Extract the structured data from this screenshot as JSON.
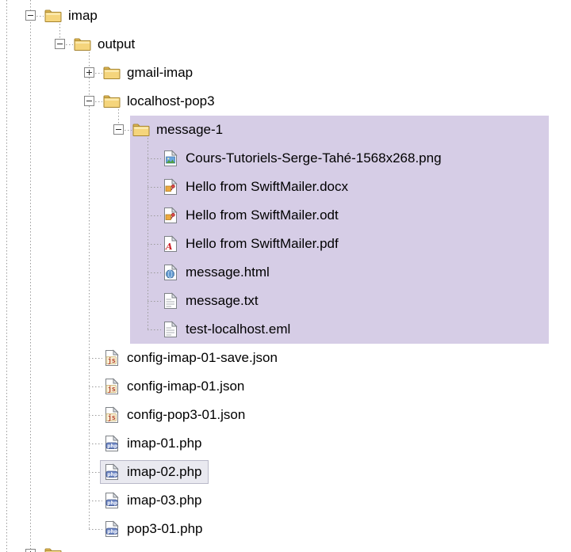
{
  "colors": {
    "selection_bg": "#d6cde6",
    "focus_bg": "#e9e9f0",
    "focus_border": "#b9b9c9",
    "guide_line": "#9b9b9b",
    "toggle_border": "#848484",
    "text": "#000000",
    "folder_fill": "#f5d57c",
    "folder_outline": "#a5842f",
    "json_accent": "#b5452c",
    "php_accent": "#3a5fa8",
    "pdf_accent": "#cc2229"
  },
  "tree": {
    "rows": [
      {
        "label": "imap",
        "depth": 1,
        "icon": "folder-icon",
        "toggle": "minus",
        "selected": false,
        "focused": false
      },
      {
        "label": "output",
        "depth": 2,
        "icon": "folder-icon",
        "toggle": "minus",
        "selected": false,
        "focused": false
      },
      {
        "label": "gmail-imap",
        "depth": 3,
        "icon": "folder-icon",
        "toggle": "plus",
        "selected": false,
        "focused": false
      },
      {
        "label": "localhost-pop3",
        "depth": 3,
        "icon": "folder-icon",
        "toggle": "minus",
        "selected": false,
        "focused": false
      },
      {
        "label": "message-1",
        "depth": 4,
        "icon": "folder-icon",
        "toggle": "minus",
        "selected": true,
        "focused": false
      },
      {
        "label": "Cours-Tutoriels-Serge-Tahé-1568x268.png",
        "depth": 5,
        "icon": "image-file-icon",
        "toggle": "",
        "selected": true,
        "focused": false
      },
      {
        "label": "Hello from SwiftMailer.docx",
        "depth": 5,
        "icon": "word-doc-file-icon",
        "toggle": "",
        "selected": true,
        "focused": false
      },
      {
        "label": "Hello from SwiftMailer.odt",
        "depth": 5,
        "icon": "odt-doc-file-icon",
        "toggle": "",
        "selected": true,
        "focused": false
      },
      {
        "label": "Hello from SwiftMailer.pdf",
        "depth": 5,
        "icon": "pdf-file-icon",
        "toggle": "",
        "selected": true,
        "focused": false
      },
      {
        "label": "message.html",
        "depth": 5,
        "icon": "html-file-icon",
        "toggle": "",
        "selected": true,
        "focused": false
      },
      {
        "label": "message.txt",
        "depth": 5,
        "icon": "text-file-icon",
        "toggle": "",
        "selected": true,
        "focused": false
      },
      {
        "label": "test-localhost.eml",
        "depth": 5,
        "icon": "eml-file-icon",
        "toggle": "",
        "selected": true,
        "focused": false
      },
      {
        "label": "config-imap-01-save.json",
        "depth": 3,
        "icon": "json-file-icon",
        "toggle": "",
        "selected": false,
        "focused": false
      },
      {
        "label": "config-imap-01.json",
        "depth": 3,
        "icon": "json-file-icon",
        "toggle": "",
        "selected": false,
        "focused": false
      },
      {
        "label": "config-pop3-01.json",
        "depth": 3,
        "icon": "json-file-icon",
        "toggle": "",
        "selected": false,
        "focused": false
      },
      {
        "label": "imap-01.php",
        "depth": 3,
        "icon": "php-file-icon",
        "toggle": "",
        "selected": false,
        "focused": false
      },
      {
        "label": "imap-02.php",
        "depth": 3,
        "icon": "php-file-icon",
        "toggle": "",
        "selected": false,
        "focused": true
      },
      {
        "label": "imap-03.php",
        "depth": 3,
        "icon": "php-file-icon",
        "toggle": "",
        "selected": false,
        "focused": false
      },
      {
        "label": "pop3-01.php",
        "depth": 3,
        "icon": "php-file-icon",
        "toggle": "",
        "selected": false,
        "focused": false
      },
      {
        "label": "",
        "depth": 1,
        "icon": "folder-icon",
        "toggle": "plus",
        "selected": false,
        "focused": false,
        "partial": true
      }
    ]
  }
}
